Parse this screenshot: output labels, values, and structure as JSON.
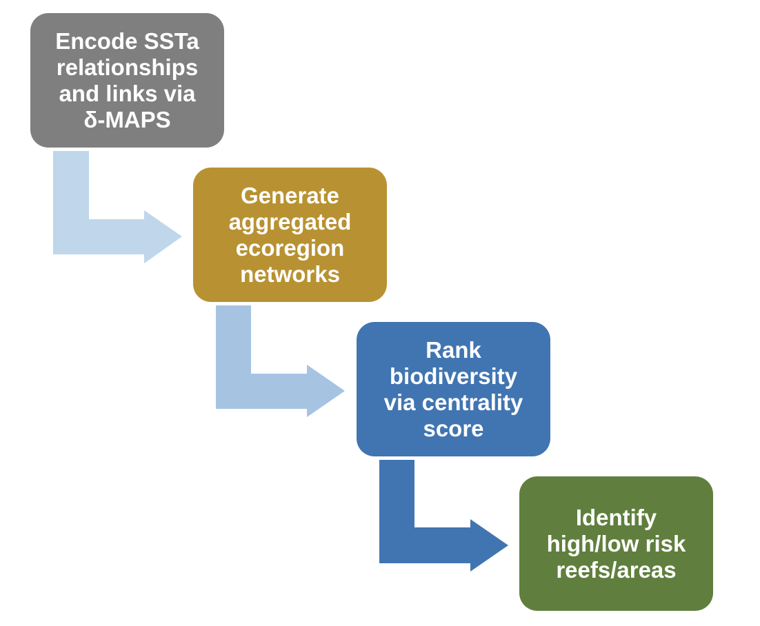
{
  "diagram": {
    "type": "process-flow",
    "direction": "top-left to bottom-right staircase",
    "steps": [
      {
        "id": "step-1",
        "lines": [
          "Encode SSTa",
          "relationships",
          "and links via",
          "δ-MAPS"
        ],
        "color": "#7f7f7f"
      },
      {
        "id": "step-2",
        "lines": [
          "Generate",
          "aggregated",
          "ecoregion",
          "networks"
        ],
        "color": "#b89232"
      },
      {
        "id": "step-3",
        "lines": [
          "Rank",
          "biodiversity",
          "via centrality",
          "score"
        ],
        "color": "#4175b1"
      },
      {
        "id": "step-4",
        "lines": [
          "Identify",
          "high/low risk",
          "reefs/areas"
        ],
        "color": "#607f3e"
      }
    ],
    "connectors": [
      {
        "from": "step-1",
        "to": "step-2",
        "shape": "bent-arrow",
        "color": "#c0d6eb"
      },
      {
        "from": "step-2",
        "to": "step-3",
        "shape": "bent-arrow",
        "color": "#a6c3e2"
      },
      {
        "from": "step-3",
        "to": "step-4",
        "shape": "bent-arrow",
        "color": "#4175b1"
      }
    ]
  }
}
